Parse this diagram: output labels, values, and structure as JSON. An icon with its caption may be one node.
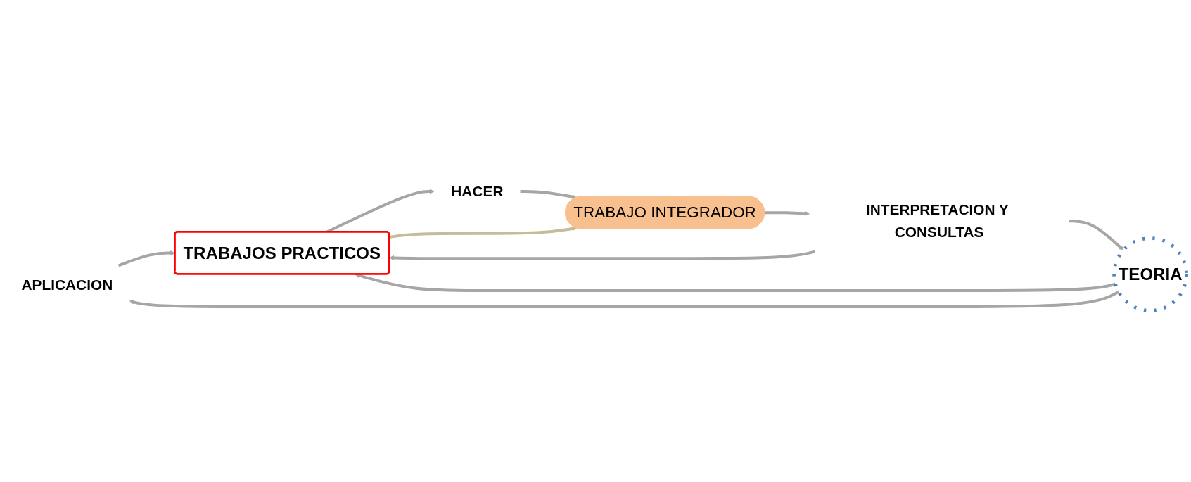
{
  "diagram": {
    "nodes": [
      {
        "text": [
          "APLICACION"
        ]
      },
      {
        "text": [
          "HACER"
        ]
      },
      {
        "text": [
          "TEORIA"
        ]
      },
      {
        "text": [
          "TRABAJOS PRACTICOS"
        ]
      },
      {
        "text": [
          "TRABAJO INTEGRADOR"
        ]
      },
      {
        "text": [
          "INTERPRETACION Y CONSULTAS"
        ]
      }
    ],
    "edges": [
      {
        "from": 2,
        "to": 0,
        "arrow": "to"
      },
      {
        "from": 0,
        "to": 3,
        "arrow": "to"
      },
      {
        "from": 3,
        "to": 1,
        "arrow": "to"
      },
      {
        "from": 1,
        "to": 4,
        "arrow": "to"
      },
      {
        "from": 2,
        "to": 3,
        "arrow": "to"
      },
      {
        "from": 3,
        "to": 4,
        "arrow": "to",
        "color": "#c4bd97"
      },
      {
        "from": 4,
        "to": 5,
        "arrow": "to"
      },
      {
        "from": 5,
        "to": 3,
        "arrow": "to"
      },
      {
        "from": 5,
        "to": 2,
        "arrow": "to"
      }
    ]
  }
}
